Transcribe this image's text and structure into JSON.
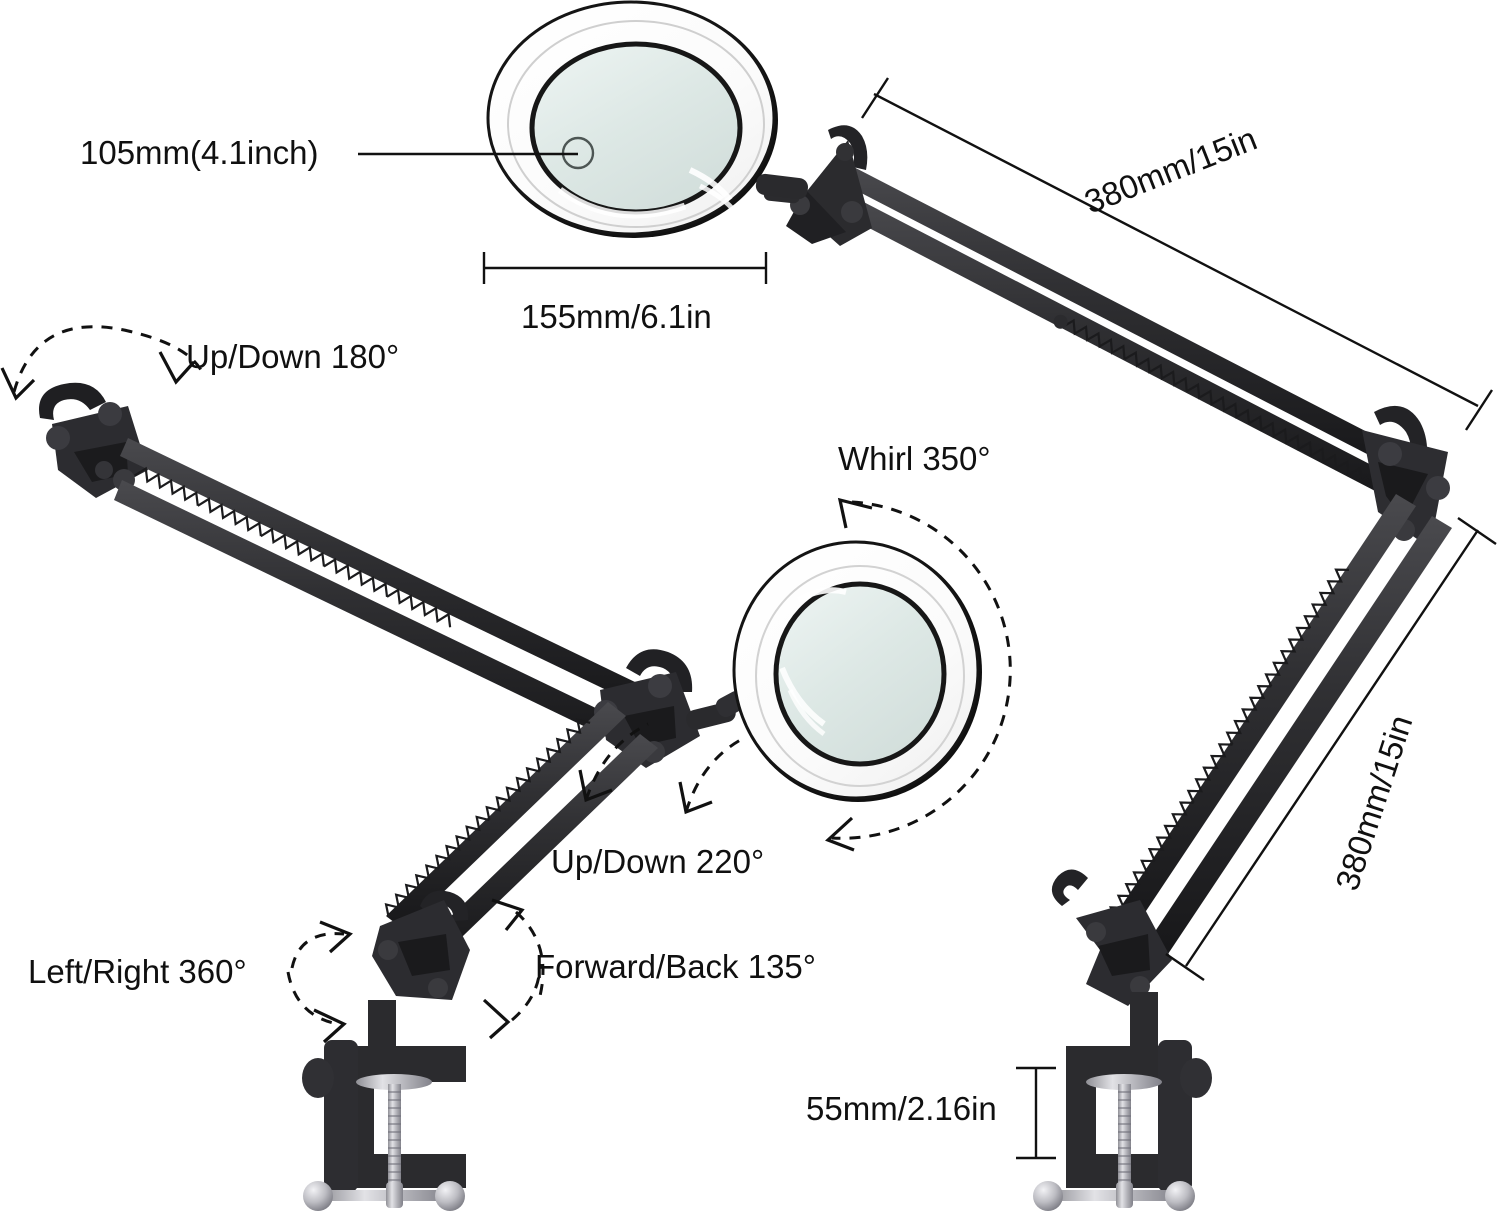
{
  "diagram": {
    "title": "LED Magnifying Lamp Dimension And Articulation Diagram",
    "product": "clamp-mount swing-arm magnifier lamp",
    "colors": {
      "arm": "#2e2e30",
      "arm_dark": "#1d1d1f",
      "lens": "#dfe8e6",
      "shade": "#ffffff",
      "line": "#111111",
      "text": "#101010",
      "metal": "#b9b9bd"
    }
  },
  "labels": {
    "lens_diameter": "105mm(4.1inch)",
    "shade_width": "155mm/6.1in",
    "upper_arm": "380mm/15in",
    "lower_arm": "380mm/15in",
    "clamp_depth": "55mm/2.16in",
    "up_down_180": "Up/Down 180°",
    "up_down_220": "Up/Down 220°",
    "whirl_350": "Whirl 350°",
    "left_right_360": "Left/Right 360°",
    "forward_back_135": "Forward/Back 135°"
  },
  "measurements": [
    {
      "id": "lens-diameter",
      "value": "105mm(4.1inch)",
      "target": "magnifier lens glass"
    },
    {
      "id": "shade-width",
      "value": "155mm/6.1in",
      "target": "outer lamp shade ring"
    },
    {
      "id": "upper-arm",
      "value": "380mm/15in",
      "target": "upper swing arm"
    },
    {
      "id": "lower-arm",
      "value": "380mm/15in",
      "target": "lower swing arm"
    },
    {
      "id": "clamp-depth",
      "value": "55mm/2.16in",
      "target": "desk clamp opening"
    }
  ],
  "articulations": [
    {
      "id": "up-down-180",
      "value": "Up/Down 180°"
    },
    {
      "id": "up-down-220",
      "value": "Up/Down 220°"
    },
    {
      "id": "whirl-350",
      "value": "Whirl 350°"
    },
    {
      "id": "left-right-360",
      "value": "Left/Right 360°"
    },
    {
      "id": "forward-back-135",
      "value": "Forward/Back 135°"
    }
  ]
}
